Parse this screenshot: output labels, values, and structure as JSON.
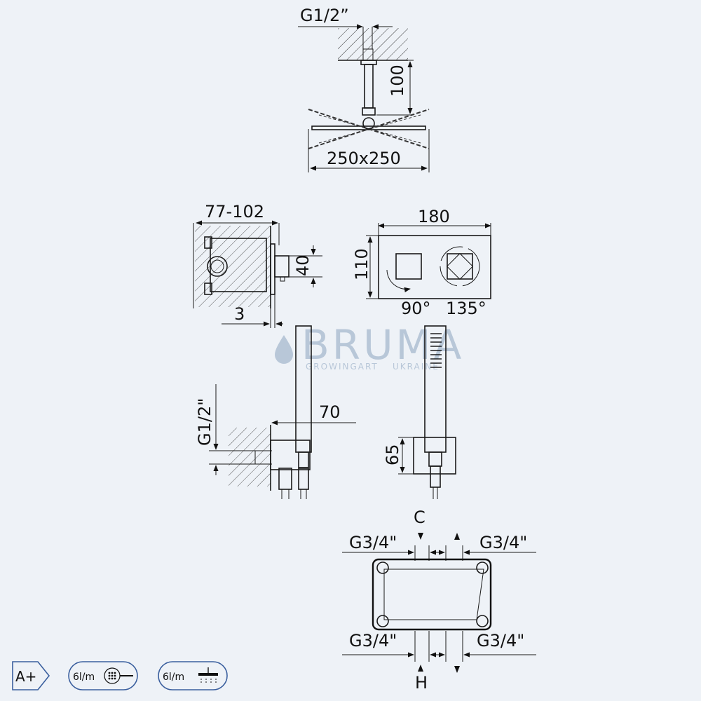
{
  "colors": {
    "background": "#eef2f7",
    "line": "#1a1a1a",
    "watermark": "#b8c7d8",
    "badge": "#3a5f9e"
  },
  "watermark": {
    "brand": "BRUMA",
    "tagline": "GROWINGART",
    "region": "UKRAINE"
  },
  "overhead_shower": {
    "thread": "G1/2”",
    "arm_length": "100",
    "head_size": "250x250"
  },
  "valve_body": {
    "depth": "77-102",
    "spindle": "40",
    "offset": "3"
  },
  "control_plate": {
    "width": "180",
    "height": "110",
    "angle_left": "90°",
    "angle_right": "135°"
  },
  "hand_shower": {
    "thread": "G1/2\"",
    "projection": "70",
    "bracket_height": "65"
  },
  "valve_ports": {
    "cold_label": "C",
    "hot_label": "H",
    "top_left": "G3/4\"",
    "top_right": "G3/4\"",
    "bottom_left": "G3/4\"",
    "bottom_right": "G3/4\""
  },
  "badges": {
    "energy_class": "A+",
    "flow_hand": "6l/m",
    "flow_overhead": "6l/m"
  }
}
